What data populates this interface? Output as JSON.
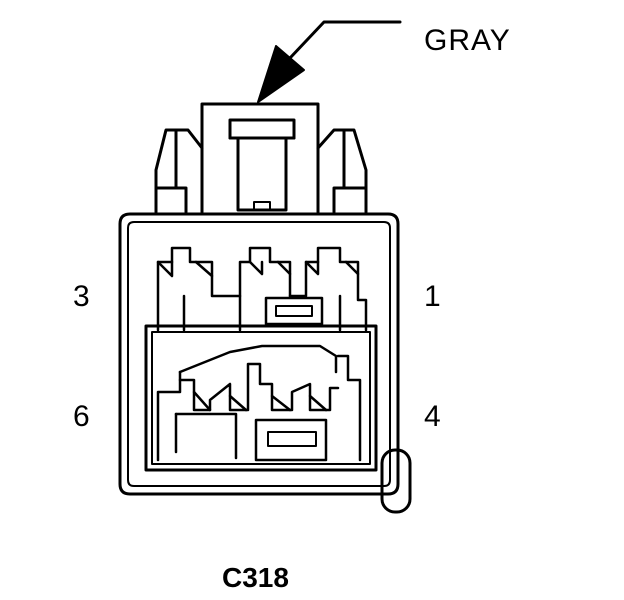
{
  "callout": {
    "color_label": "GRAY"
  },
  "pins": {
    "pin_3": "3",
    "pin_1": "1",
    "pin_6": "6",
    "pin_4": "4"
  },
  "connector": {
    "id": "C318"
  },
  "colors": {
    "line": "#000000",
    "background": "#ffffff"
  }
}
